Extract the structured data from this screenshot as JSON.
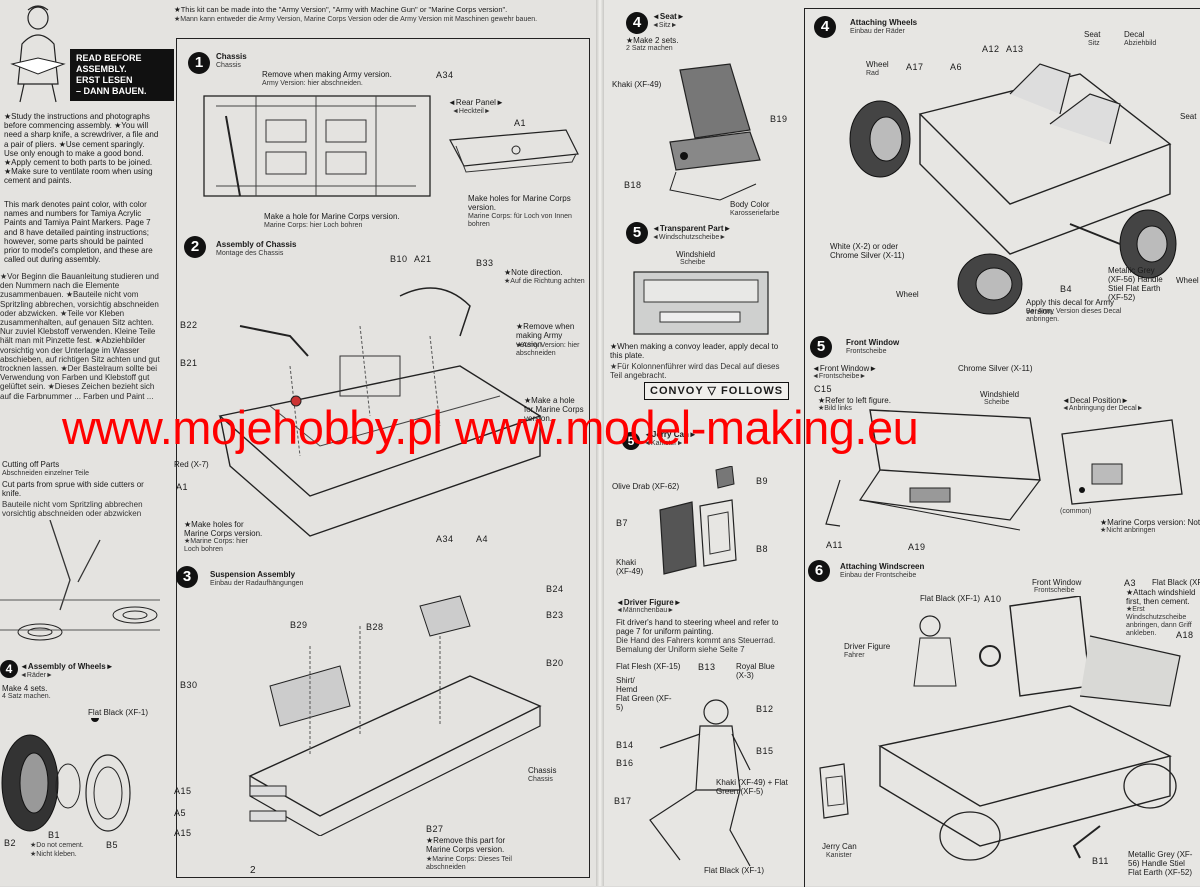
{
  "page_number": "2",
  "intro": {
    "read_before": [
      "READ BEFORE",
      "ASSEMBLY.",
      "ERST LESEN",
      "– DANN BAUEN."
    ],
    "tips": "★Study the instructions and photographs before commencing assembly. ★You will need a sharp knife, a screwdriver, a file and a pair of pliers. ★Use cement sparingly. Use only enough to make a good bond. ★Apply cement to both parts to be joined. ★Make sure to ventilate room when using cement and paints.",
    "mark_note": "This mark denotes paint color, with color names and numbers for Tamiya Acrylic Paints and Tamiya Paint Markers. Page 7 and 8 have detailed painting instructions; however, some parts should be painted prior to model's completion, and these are called out during assembly.",
    "tips_de": "★Vor Beginn die Bauanleitung studieren und den Nummern nach die Elemente zusammenbauen. ★Bauteile nicht vom Spritzling abbrechen, vorsichtig abschneiden oder abzwicken. ★Teile vor Kleben zusammenhalten, auf genauen Sitz achten. Nur zuviel Klebstoff verwenden. Kleine Teile hält man mit Pinzette fest. ★Abziehbilder vorsichtig von der Unterlage im Wasser abschieben, auf richtigen Sitz achten und gut trocknen lassen. ★Der Bastelraum sollte bei Verwendung von Farben und Klebstoff gut gelüftet sein. ★Dieses Zeichen bezieht sich auf die Farbnummer ... Farben und Paint ..."
  },
  "cutting": {
    "title": "Cutting off Parts",
    "title_de": "Abschneiden einzelner Teile",
    "text": "Cut parts from sprue with side cutters or knife.",
    "text_de": "Bauteile nicht vom Spritzling abbrechen vorsichtig abschneiden oder abzwicken"
  },
  "top_note": [
    "★This kit can be made into the \"Army Version\", \"Army with Machine Gun\" or \"Marine Corps version\".",
    "★Mann kann entweder die Army Version, Marine Corps Version oder die Army Version mit Maschinen gewehr bauen."
  ],
  "steps": {
    "s1": {
      "num": "1",
      "title": "Chassis",
      "title_de": "Chassis",
      "note1": "Remove when making Army version.",
      "note1_de": "Army Version: hier abschneiden.",
      "note2": "Make a hole for Marine Corps version.",
      "note2_de": "Marine Corps: hier Loch bohren",
      "rear_panel": "◄Rear Panel►",
      "rear_panel_de": "◄Heckteil►",
      "holes": "Make holes for Marine Corps version.",
      "holes_de": "Marine Corps: für Loch von Innen bohren",
      "parts": [
        "A34",
        "A1"
      ]
    },
    "s2": {
      "num": "2",
      "title": "Assembly of Chassis",
      "title_de": "Montage des Chassis",
      "direction": "★Note direction.",
      "direction_de": "★Auf die Richtung achten",
      "remove": "★Remove when making Army version.",
      "remove_de": "★Army Version: hier abschneiden",
      "hole": "★Make a hole for Marine Corps version.",
      "holes2": "★Make holes for Marine Corps version.",
      "holes2_de": "★Marine Corps: hier Loch bohren",
      "red": "Red (X-7)",
      "parts": [
        "B10",
        "A21",
        "B33",
        "B22",
        "B21",
        "A1",
        "A34",
        "A4"
      ]
    },
    "s3": {
      "num": "3",
      "title": "Suspension Assembly",
      "title_de": "Einbau der Radaufhängungen",
      "chassis": "Chassis",
      "chassis_de": "Chassis",
      "remove": "★Remove this part for Marine Corps version.",
      "remove_de": "★Marine Corps: Dieses Teil abschneiden",
      "parts": [
        "B29",
        "B28",
        "B24",
        "B23",
        "B20",
        "B30",
        "A15",
        "A5",
        "A15",
        "B27"
      ]
    },
    "s4a": {
      "num": "4",
      "title": "◄Assembly of Wheels►",
      "title_de": "◄Räder►",
      "make": "Make 4 sets.",
      "make_de": "4 Satz machen.",
      "paint": "Flat Black (XF-1)",
      "no_cement": "★Do not cement.",
      "no_cement_de": "★Nicht kleben.",
      "parts": [
        "B2",
        "B1",
        "B5"
      ]
    },
    "s4seat": {
      "num": "4",
      "title": "◄Seat►",
      "title_de": "◄Sitz►",
      "make": "★Make 2 sets.",
      "make_de": "2 Satz machen",
      "khaki": "Khaki (XF-49)",
      "body": "Body Color",
      "body_de": "Karosseriefarbe",
      "parts": [
        "B19",
        "B18"
      ]
    },
    "s5tp": {
      "num": "5",
      "title": "◄Transparent Part►",
      "title_de": "◄Windschutzscheibe►",
      "windshield": "Windshield",
      "windshield_de": "Scheibe",
      "convoy_note": "★When making a convoy leader, apply decal to this plate.",
      "convoy_note_de": "★Für Kolonnenführer wird das Decal auf dieses Teil angebracht.",
      "convoy": "CONVOY ▽ FOLLOWS"
    },
    "s5jc": {
      "num": "5",
      "title": "◄Jerry Can►",
      "title_de": "◄Kanister►",
      "olive": "Olive Drab (XF-62)",
      "khaki": "Khaki (XF-49)",
      "parts": [
        "B9",
        "B7",
        "B8"
      ]
    },
    "driver": {
      "title": "◄Driver Figure►",
      "title_de": "◄Männchenbau►",
      "note": "Fit driver's hand to steering wheel and refer to page 7 for uniform painting.",
      "note_de": "Die Hand des Fahrers kommt ans Steuerrad. Bemalung der Uniform siehe Seite 7",
      "flat_flesh": "Flat Flesh (XF-15)",
      "shirt": "Shirt/ Hemd",
      "flat_green": "Flat Green (XF-5)",
      "royal_blue": "Royal Blue (X-3)",
      "khaki_green": "Khaki (XF-49) + Flat Green (XF-5)",
      "flat_black": "Flat Black (XF-1)",
      "parts": [
        "B13",
        "B12",
        "B14",
        "B16",
        "B15",
        "B17"
      ]
    },
    "s4w": {
      "num": "4",
      "title": "Attaching Wheels",
      "title_de": "Einbau der Räder",
      "seat": "Seat",
      "seat_de": "Sitz",
      "decal": "Decal",
      "decal_de": "Abziehbild",
      "wheel": "Wheel",
      "wheel_de": "Rad",
      "white": "White (X-2) or oder Chrome Silver (X-11)",
      "metallic": "Metallic Grey (XF-56) Handle Stiel Flat Earth (XF-52)",
      "army_decal": "Apply this decal for Army version.",
      "army_decal_de": "Bei Army Version dieses Decal anbringen.",
      "parts": [
        "A17",
        "A6",
        "A12",
        "A13",
        "B4"
      ]
    },
    "s5fw": {
      "num": "5",
      "title": "Front Window",
      "title_de": "Frontscheibe",
      "fw": "◄Front Window►",
      "fw_de": "◄Frontscheibe►",
      "chrome": "Chrome Silver (X-11)",
      "refer": "★Refer to left figure.",
      "refer_de": "★Bild links",
      "windshield": "Windshield",
      "windshield_de": "Scheibe",
      "decal_pos": "◄Decal Position►",
      "decal_pos_de": "◄Anbringung der Decal►",
      "marine_note": "★Marine Corps version: Not used.",
      "marine_note_de": "★Nicht anbringen",
      "common": "(common)",
      "parts": [
        "C15",
        "A11",
        "A19"
      ]
    },
    "s6": {
      "num": "6",
      "title": "Attaching Windscreen",
      "title_de": "Einbau der Frontscheibe",
      "front_window": "Front Window",
      "front_window_de": "Frontscheibe",
      "flat_black": "Flat Black (XF-1)",
      "driver": "Driver Figure",
      "driver_de": "Fahrer",
      "attach": "★Attach windshield first, then cement.",
      "attach_de": "★Erst Windschutzscheibe anbringen, dann Griff ankleben.",
      "jerry": "Jerry Can",
      "jerry_de": "Kanister",
      "metallic": "Metallic Grey (XF-56) Handle Stiel Flat Earth (XF-52)",
      "parts": [
        "A10",
        "A3",
        "A18",
        "B11"
      ]
    }
  },
  "watermark": "www.mojehobby.pl www.model-making.eu"
}
